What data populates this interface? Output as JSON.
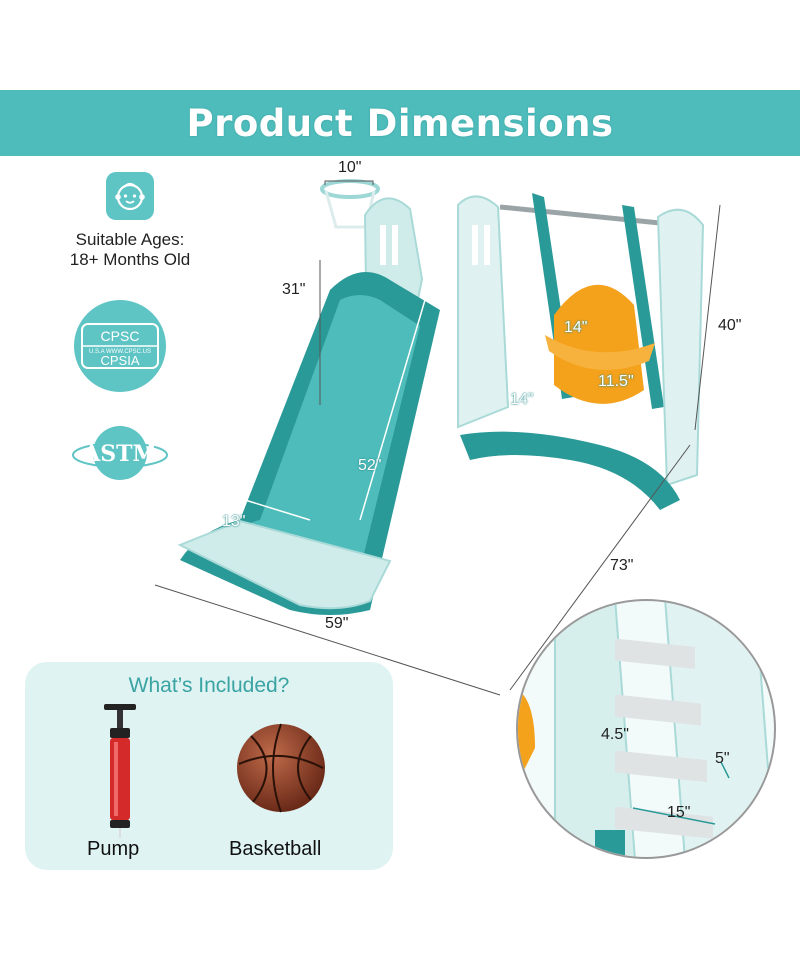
{
  "banner": {
    "title": "Product Dimensions"
  },
  "age": {
    "icon": "baby-face-icon",
    "line1": "Suitable Ages:",
    "line2": "18+ Months Old"
  },
  "certifications": {
    "cpsc_top": "CPSC",
    "cpsc_mid": "U.S.A  WWW.CPSC.US",
    "cpsc_bottom": "CPSIA",
    "astm": "ASTM"
  },
  "dimensions": {
    "top_width": "10\"",
    "height_slide": "31\"",
    "slide_length": "52\"",
    "slide_width": "13\"",
    "total_length": "59\"",
    "total_depth": "73\"",
    "total_height": "40\"",
    "seat_height": "14\"",
    "seat_depth": "11.5\"",
    "seat_width": "14\"",
    "step_rise": "4.5\"",
    "step_depth": "5\"",
    "step_width": "15\""
  },
  "included": {
    "title": "What’s Included?",
    "items": [
      {
        "label": "Pump",
        "icon": "pump-icon"
      },
      {
        "label": "Basketball",
        "icon": "basketball-icon"
      }
    ]
  },
  "colors": {
    "teal": "#4fbcbc",
    "dark_teal": "#2a9a98",
    "mint": "#cfecea",
    "orange": "#f4a11b",
    "panel": "#dff3f2"
  }
}
